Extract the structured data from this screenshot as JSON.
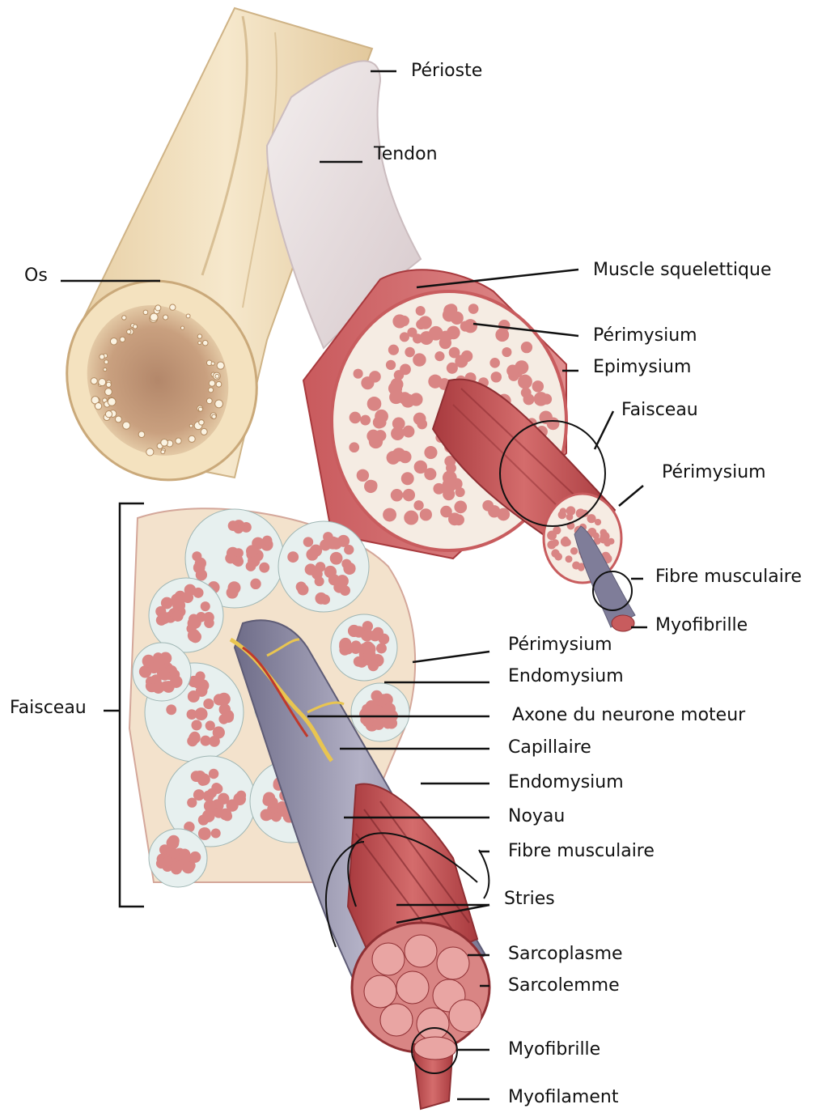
{
  "colors": {
    "bone": "#f2dfbd",
    "bone_dark": "#d9bf93",
    "tendon": "#ece4e4",
    "muscle": "#c85c5e",
    "muscle_dark": "#a8393d",
    "fiber": "#d98584",
    "fiber_light": "#e9a5a3",
    "perimysium": "#f7eee6",
    "vessel": "#e9c550",
    "sheath": "#8c8aa3",
    "line": "#111111"
  },
  "labels": {
    "perioste": "Périoste",
    "tendon": "Tendon",
    "os": "Os",
    "muscle_squelettique": "Muscle squelettique",
    "perimysium_top": "Périmysium",
    "epimysium": "Epimysium",
    "faisceau_top": "Faisceau",
    "perimysium_mid": "Périmysium",
    "fibre_musculaire_top": "Fibre musculaire",
    "myofibrille_top": "Myofibrille",
    "perimysium_low": "Périmysium",
    "endomysium_1": "Endomysium",
    "faisceau_left": "Faisceau",
    "axone": "Axone du neurone moteur",
    "capillaire": "Capillaire",
    "endomysium_2": "Endomysium",
    "noyau": "Noyau",
    "fibre_musculaire_low": "Fibre musculaire",
    "stries": "Stries",
    "sarcoplasme": "Sarcoplasme",
    "sarcolemme": "Sarcolemme",
    "myofibrille_low": "Myofibrille",
    "myofilament": "Myofilament"
  }
}
